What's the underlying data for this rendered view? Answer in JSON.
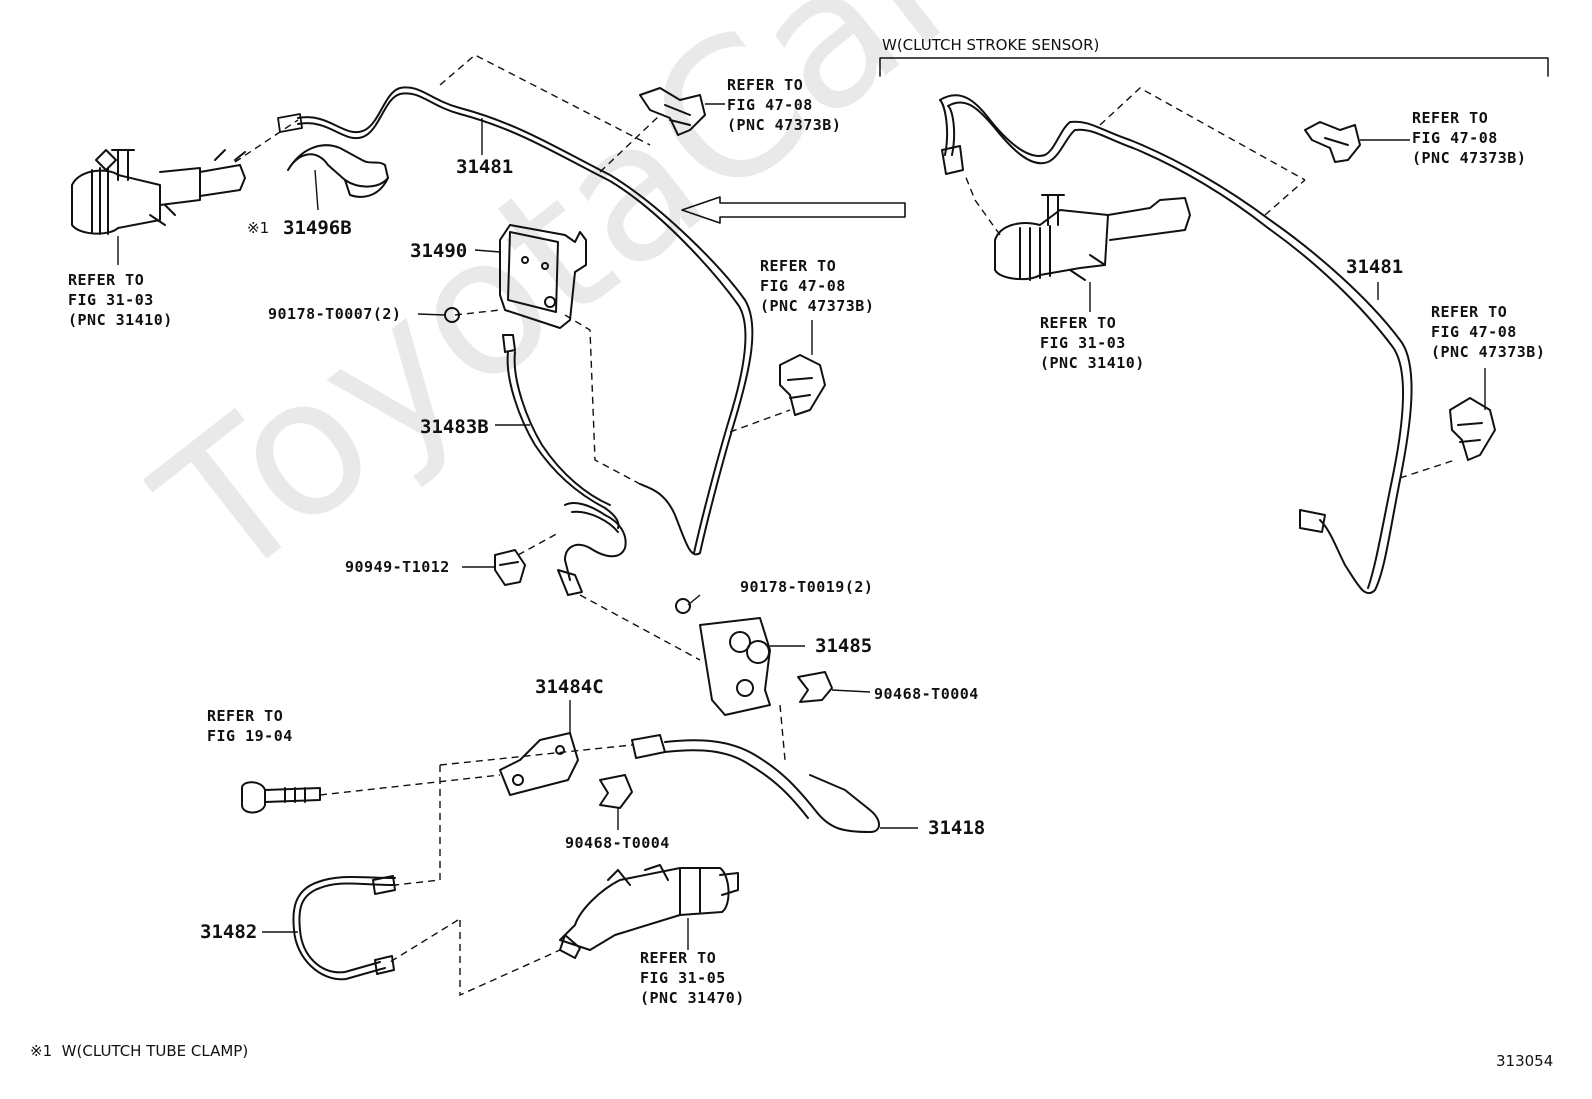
{
  "watermark": "ToyotaCarMiner.ru",
  "header": {
    "variant_label": "W(CLUTCH STROKE SENSOR)"
  },
  "footnote": {
    "mark": "※1",
    "text": "W(CLUTCH TUBE CLAMP)"
  },
  "figure_id": "313054",
  "parts": {
    "p31481_left": "31481",
    "p31481_right": "31481",
    "p31496b": "31496B",
    "p31496b_mark": "※1",
    "p31490": "31490",
    "p90178_t0007": "90178-T0007(2)",
    "p31483b": "31483B",
    "p90949_t1012": "90949-T1012",
    "p90178_t0019": "90178-T0019(2)",
    "p31485": "31485",
    "p90468_t0004_right": "90468-T0004",
    "p31484c": "31484C",
    "p90468_t0004_lower": "90468-T0004",
    "p31418": "31418",
    "p31482": "31482"
  },
  "refs": {
    "ref_master_left": [
      "REFER TO",
      "FIG 31-03",
      "(PNC 31410)"
    ],
    "ref_clamp_top": [
      "REFER TO",
      "FIG 47-08",
      "(PNC 47373B)"
    ],
    "ref_clamp_mid": [
      "REFER TO",
      "FIG 47-08",
      "(PNC 47373B)"
    ],
    "ref_bolt": [
      "REFER TO",
      "FIG 19-04"
    ],
    "ref_release": [
      "REFER TO",
      "FIG 31-05",
      "(PNC 31470)"
    ],
    "ref_clamp_right_top": [
      "REFER TO",
      "FIG 47-08",
      "(PNC 47373B)"
    ],
    "ref_master_right": [
      "REFER TO",
      "FIG 31-03",
      "(PNC 31410)"
    ],
    "ref_clamp_right_mid": [
      "REFER TO",
      "FIG 47-08",
      "(PNC 47373B)"
    ]
  }
}
